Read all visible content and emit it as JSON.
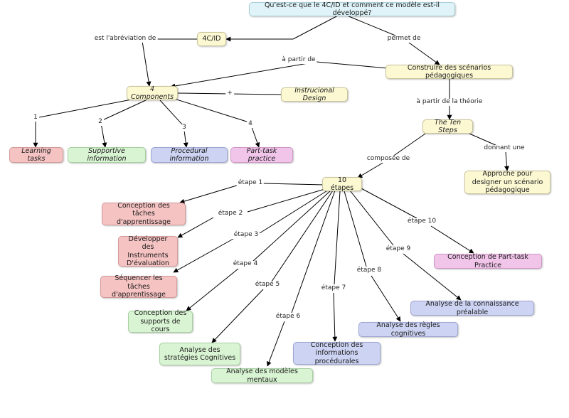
{
  "nodes": {
    "question": "Qu'est-ce que le 4C/ID et comment ce modèle est-il développé?",
    "c4id": "4C/ID",
    "construire": "Construire des scénarios pédagogiques",
    "components": "4 Components",
    "instructional": "Instrucional Design",
    "tensteps": "The Ten Steps",
    "learning": "Learning tasks",
    "supportive": "Supportive information",
    "procedural": "Procedural information",
    "parttask": "Part-task practice",
    "etapes10": "10 étapes",
    "approche": "Approche pour designer un scénario pédagogique",
    "conception_taches": "Conception des tâches d'apprentissage",
    "developper": "Développer des Instruments D'évaluation",
    "sequencer": "Séquencer les tâches d'apprentissage",
    "supports": "Conception des supports de cours",
    "strategies": "Analyse des stratégies Cognitives",
    "modeles": "Analyse des modèles mentaux",
    "info_proc": "Conception des informations procédurales",
    "regles": "Analyse des règles cognitives",
    "connaissance": "Analyse de la connaissance préalable",
    "parttask_prac": "Conception de Part-task Practice"
  },
  "labels": {
    "abreviation": "est l'abréviation de",
    "permet": "permet de",
    "a_partir": "à partir de",
    "plus": "+",
    "theorie": "à partir de la théorie",
    "composee": "composée de",
    "donnant": "donnant une",
    "n1": "1",
    "n2": "2",
    "n3": "3",
    "n4": "4",
    "e1": "étape 1",
    "e2": "étape 2",
    "e3": "étape 3",
    "e4": "étape 4",
    "e5": "étape 5",
    "e6": "étape 6",
    "e7": "étape 7",
    "e8": "étape 8",
    "e9": "étape 9",
    "e10": "étape 10"
  },
  "colors": {
    "cyan": "#dff3f8",
    "yellow": "#fbf8d2",
    "red": "#f6c3c3",
    "green": "#d9f4d3",
    "blue": "#cdd3f2",
    "pink": "#f1c4ea",
    "line": "#000000"
  }
}
